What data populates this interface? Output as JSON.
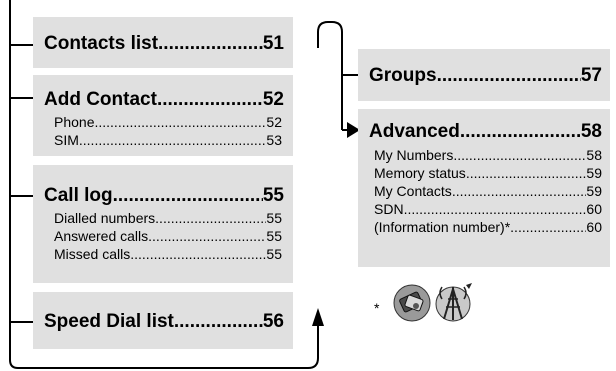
{
  "left_column": {
    "contacts_list": {
      "label": "Contacts list",
      "page": "51"
    },
    "add_contact": {
      "label": "Add Contact",
      "page": "52",
      "items": [
        {
          "label": "Phone",
          "page": "52"
        },
        {
          "label": "SIM",
          "page": "53"
        }
      ]
    },
    "call_log": {
      "label": "Call log",
      "page": "55",
      "items": [
        {
          "label": "Dialled numbers",
          "page": "55"
        },
        {
          "label": "Answered calls",
          "page": "55"
        },
        {
          "label": "Missed calls",
          "page": "55"
        }
      ]
    },
    "speed_dial_list": {
      "label": "Speed Dial list",
      "page": "56"
    }
  },
  "right_column": {
    "groups": {
      "label": "Groups",
      "page": "57"
    },
    "advanced": {
      "label": "Advanced",
      "page": "58",
      "items": [
        {
          "label": "My Numbers",
          "page": "58"
        },
        {
          "label": "Memory status",
          "page": "59"
        },
        {
          "label": "My Contacts",
          "page": "59"
        },
        {
          "label": "SDN",
          "page": "60"
        },
        {
          "label": "(Information number)*",
          "page": "60"
        }
      ]
    }
  },
  "footnote": {
    "mark": "*",
    "icons": [
      "sim-card-service-icon",
      "network-operator-antenna-icon"
    ]
  },
  "colors": {
    "box_fill": "#e0e0e0",
    "line": "#000000"
  }
}
